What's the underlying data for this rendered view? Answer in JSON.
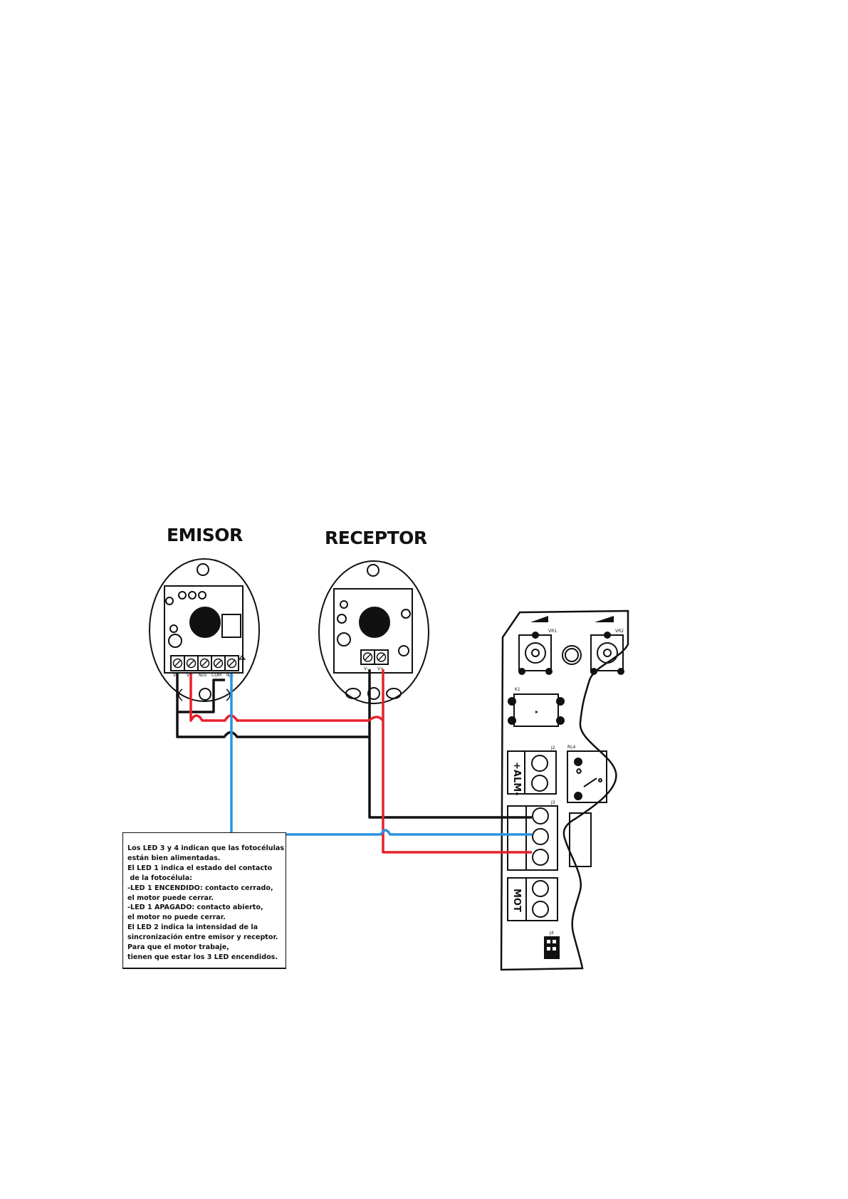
{
  "devices": {
    "emisor": {
      "label": "EMISOR",
      "terminals": [
        "V-",
        "V+",
        "N/O",
        "COM",
        "N/C"
      ]
    },
    "receptor": {
      "label": "RECEPTOR",
      "terminals": [
        "V-",
        "V+"
      ]
    }
  },
  "board": {
    "labels": {
      "vr1": "VR1",
      "vr2": "VR2",
      "k1": "K1",
      "j2": "J2",
      "j3": "J3",
      "j4": "J4",
      "rl4": "RL4",
      "alm": "+ALM-",
      "mot": "MOT"
    }
  },
  "note": {
    "lines": [
      "Los LED 3 y 4 indican que las fotocélulas",
      "están bien alimentadas.",
      "El LED 1 indica el estado del contacto",
      " de la fotocélula:",
      "-LED 1 ENCENDIDO: contacto cerrado,",
      "el motor puede cerrar.",
      "-LED 1 APAGADO: contacto abierto,",
      "el motor no puede cerrar.",
      "El LED 2 indica la intensidad de la",
      "sincronización entre emisor y receptor.",
      "Para que el motor trabaje,",
      "tienen que estar los 3 LED encendidos."
    ]
  },
  "colors": {
    "wire_red": "#e8202a",
    "wire_blue": "#2b93e0",
    "wire_black": "#111111"
  }
}
